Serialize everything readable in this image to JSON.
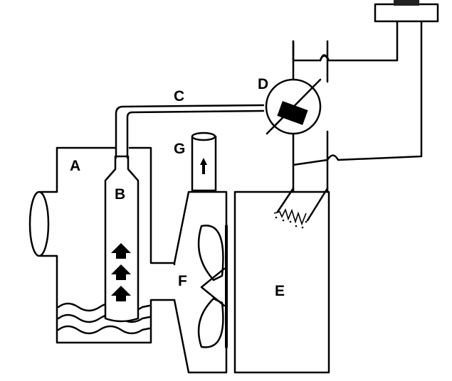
{
  "diagram": {
    "labels": {
      "a": "A",
      "b": "B",
      "c": "C",
      "d": "D",
      "e": "E",
      "f": "F",
      "g": "G"
    }
  }
}
